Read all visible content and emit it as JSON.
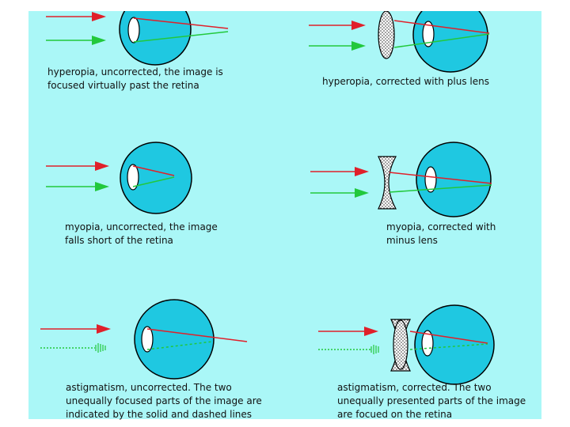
{
  "colors": {
    "background": "#aaf7f7",
    "eye_fill": "#1fc8e1",
    "red_ray": "#e0202a",
    "green_ray": "#22c83c",
    "lens_fill": "#ffffff"
  },
  "panels": [
    {
      "id": "hyperopia-uncorrected",
      "caption": [
        "hyperopia, uncorrected, the image is",
        "focused virtually past the retina"
      ],
      "icons": [
        "eye-icon",
        "red-ray-arrow",
        "green-ray-arrow"
      ]
    },
    {
      "id": "hyperopia-corrected",
      "caption": [
        "hyperopia, corrected with plus lens"
      ],
      "icons": [
        "eye-icon",
        "plus-lens-icon",
        "red-ray-arrow",
        "green-ray-arrow"
      ]
    },
    {
      "id": "myopia-uncorrected",
      "caption": [
        "myopia, uncorrected, the image",
        "falls short of the retina"
      ],
      "icons": [
        "eye-icon",
        "red-ray-arrow",
        "green-ray-arrow"
      ]
    },
    {
      "id": "myopia-corrected",
      "caption": [
        "myopia, corrected with",
        "minus lens"
      ],
      "icons": [
        "eye-icon",
        "minus-lens-icon",
        "red-ray-arrow",
        "green-ray-arrow"
      ]
    },
    {
      "id": "astigmatism-uncorrected",
      "caption": [
        "astigmatism, uncorrected. The two",
        "unequally focused parts of the image are",
        "indicated by the solid and dashed lines"
      ],
      "icons": [
        "eye-icon",
        "red-ray-arrow",
        "green-dashed-arrow"
      ]
    },
    {
      "id": "astigmatism-corrected",
      "caption": [
        "astigmatism, corrected. The two",
        "unequally presented parts of the image",
        "are focued on the retina"
      ],
      "icons": [
        "eye-icon",
        "cylindrical-lens-icon",
        "red-ray-arrow",
        "green-dashed-arrow"
      ]
    }
  ]
}
